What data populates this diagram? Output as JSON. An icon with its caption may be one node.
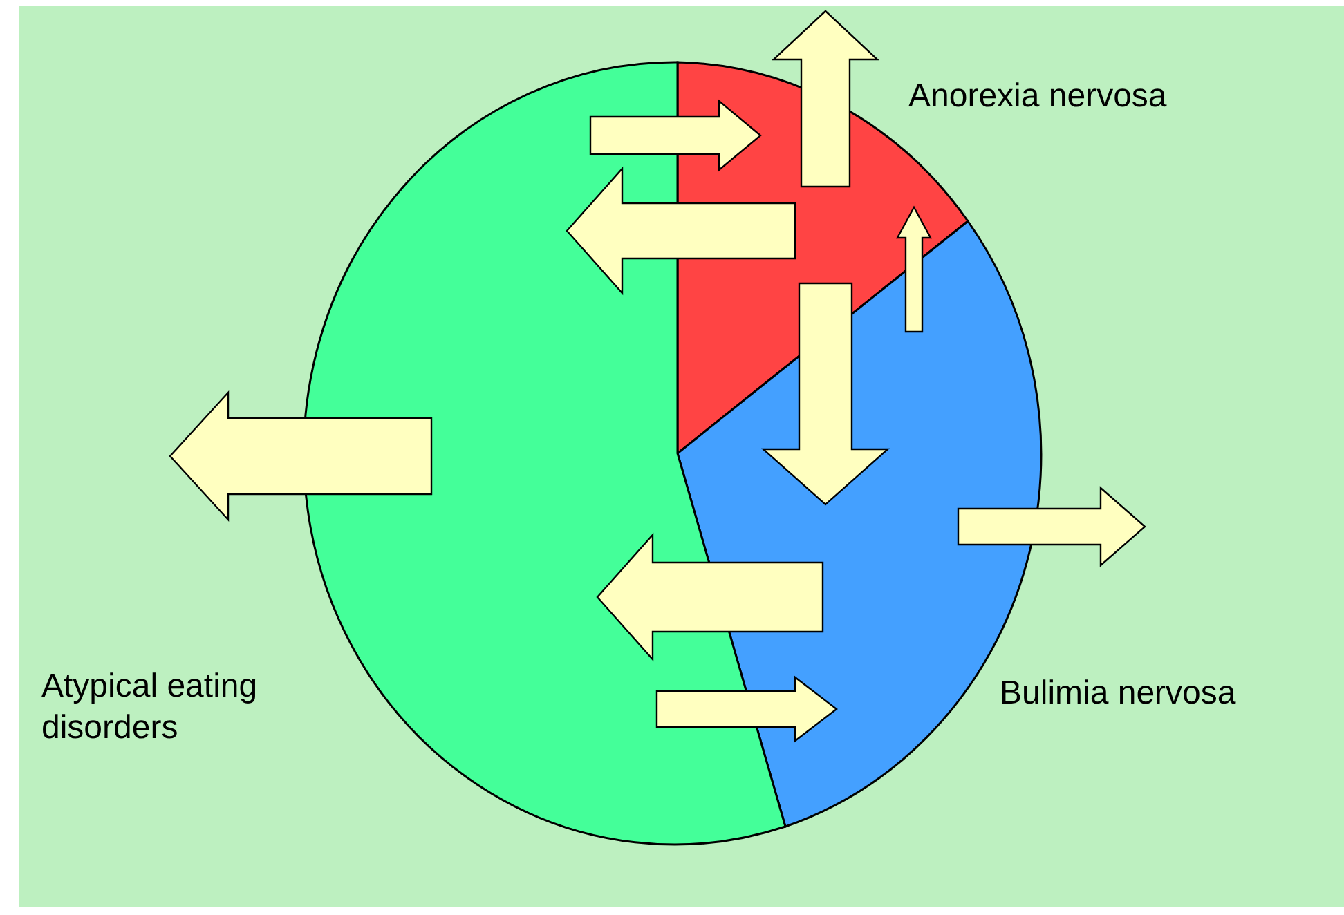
{
  "diagram": {
    "nodes": [
      {
        "text": [
          "Anorexia nervosa"
        ]
      },
      {
        "text": [
          "Bulimia nervosa"
        ]
      },
      {
        "text": [
          "Atypical eating disorders"
        ]
      }
    ],
    "edges": [
      {
        "from": 2,
        "to": 0,
        "arrow": "to"
      },
      {
        "from": 0,
        "to": 2,
        "arrow": "to"
      },
      {
        "from": 0,
        "to": null,
        "arrow": "to"
      },
      {
        "from": 1,
        "to": 0,
        "arrow": "to"
      },
      {
        "from": 0,
        "to": 1,
        "arrow": "to"
      },
      {
        "from": 1,
        "to": null,
        "arrow": "to"
      },
      {
        "from": 1,
        "to": 2,
        "arrow": "to"
      },
      {
        "from": 2,
        "to": 1,
        "arrow": "to"
      },
      {
        "from": 2,
        "to": null,
        "arrow": "to"
      }
    ]
  }
}
